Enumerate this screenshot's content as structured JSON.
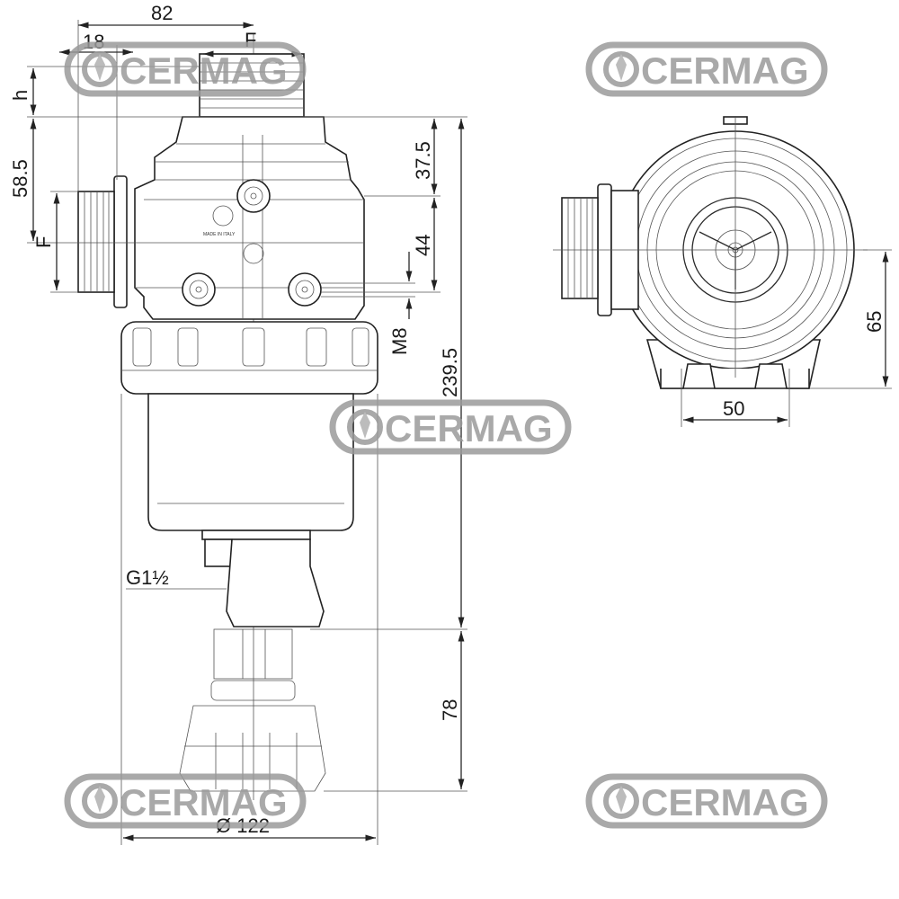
{
  "brand": {
    "logo_text": "CERMAG",
    "color": "#9a9a9a"
  },
  "part_marking": "MADE IN ITALY",
  "dimensions": {
    "overall_width": "82",
    "inlet_offset": "18",
    "thread_top": "F",
    "thread_side": "F",
    "h": "h",
    "height_58_5": "58.5",
    "height_37_5": "37.5",
    "height_44": "44",
    "bolt": "M8",
    "total_height": "239.5",
    "drain_height": "78",
    "drain_thread": "G1½",
    "diameter": "Ø 122",
    "top_view_height": "65",
    "top_view_width": "50"
  }
}
